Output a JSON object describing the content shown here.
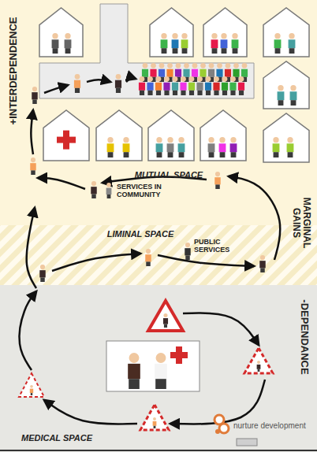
{
  "diagram": {
    "labels": [
      "+INTERDEPENDENCE",
      "MUTUAL SPACE",
      "SERVICES IN COMMUNITY",
      "LIMINAL SPACE",
      "PUBLIC SERVICES",
      "MARGINAL GAINS",
      "-DEPENDANCE",
      "MEDICAL SPACE",
      "nurture development"
    ]
  }
}
